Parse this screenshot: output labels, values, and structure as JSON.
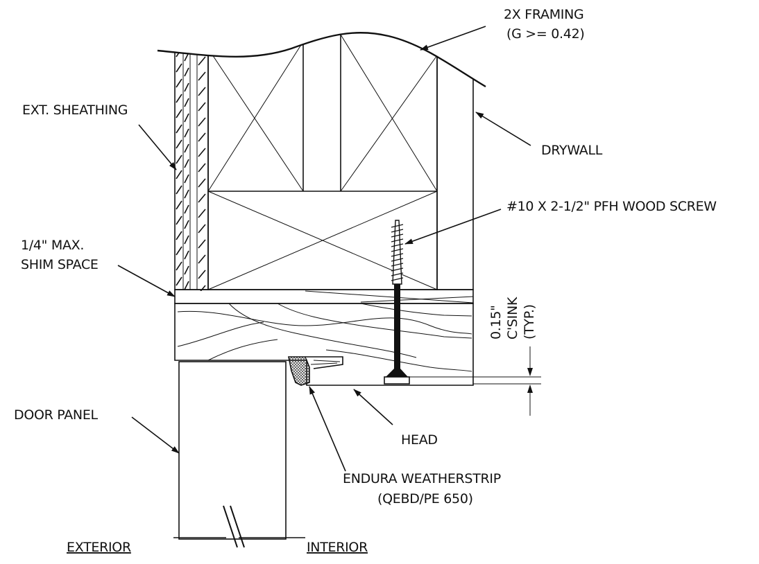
{
  "labels": {
    "framing_line1": "2X FRAMING",
    "framing_line2": "(G >= 0.42)",
    "sheathing": "EXT. SHEATHING",
    "drywall": "DRYWALL",
    "screw": "#10 X 2-1/2\" PFH WOOD SCREW",
    "shim_line1": "1/4\" MAX.",
    "shim_line2": "SHIM SPACE",
    "csink_line1": "0.15\"",
    "csink_line2": "C'SINK",
    "csink_line3": "(TYP.)",
    "door_panel": "DOOR PANEL",
    "head": "HEAD",
    "weatherstrip_line1": "ENDURA WEATHERSTRIP",
    "weatherstrip_line2": "(QEBD/PE 650)",
    "exterior": "EXTERIOR",
    "interior": "INTERIOR"
  }
}
